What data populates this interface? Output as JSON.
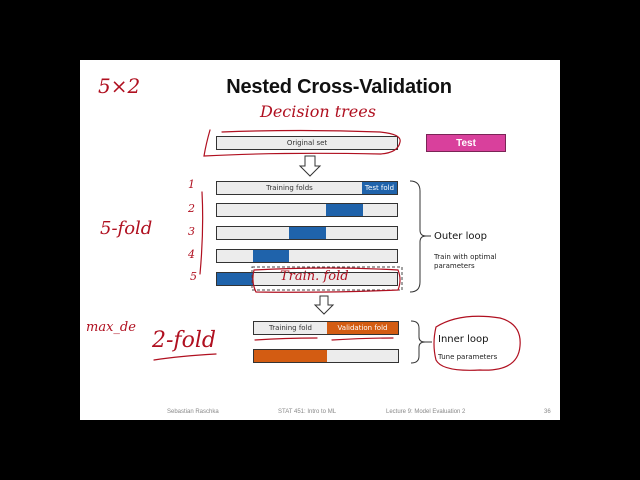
{
  "slide": {
    "title": "Nested Cross-Validation",
    "original_set_label": "Original set",
    "test_label": "Test",
    "outer_folds": {
      "header_training": "Training folds",
      "header_test": "Test fold",
      "rows": [
        {
          "index": 1,
          "test_segment": 5
        },
        {
          "index": 2,
          "test_segment": 4
        },
        {
          "index": 3,
          "test_segment": 3
        },
        {
          "index": 4,
          "test_segment": 2
        },
        {
          "index": 5,
          "test_segment": 1
        }
      ]
    },
    "outer_loop": {
      "title": "Outer loop",
      "subtitle": "Train with optimal parameters"
    },
    "inner_folds": {
      "training_label": "Training fold",
      "validation_label": "Validation fold"
    },
    "inner_loop": {
      "title": "Inner loop",
      "subtitle": "Tune parameters"
    },
    "footer": {
      "author": "Sebastian Raschka",
      "course": "STAT 451: Intro to ML",
      "lecture": "Lecture 9: Model Evaluation 2",
      "page": "36"
    },
    "annotations": {
      "top_left": "5×2",
      "decision_trees": "Decision trees",
      "five_fold": "5-fold",
      "fold_numbers": [
        "1",
        "2",
        "3",
        "4",
        "5"
      ],
      "train_fold": "Train. fold",
      "max_depth": "max_de",
      "two_fold": "2-fold"
    },
    "colors": {
      "test_fold_blue": "#1f63ab",
      "validation_orange": "#d35c12",
      "test_magenta": "#d9409c",
      "annotation_red": "#b01020",
      "bar_gray": "#ececec"
    }
  }
}
